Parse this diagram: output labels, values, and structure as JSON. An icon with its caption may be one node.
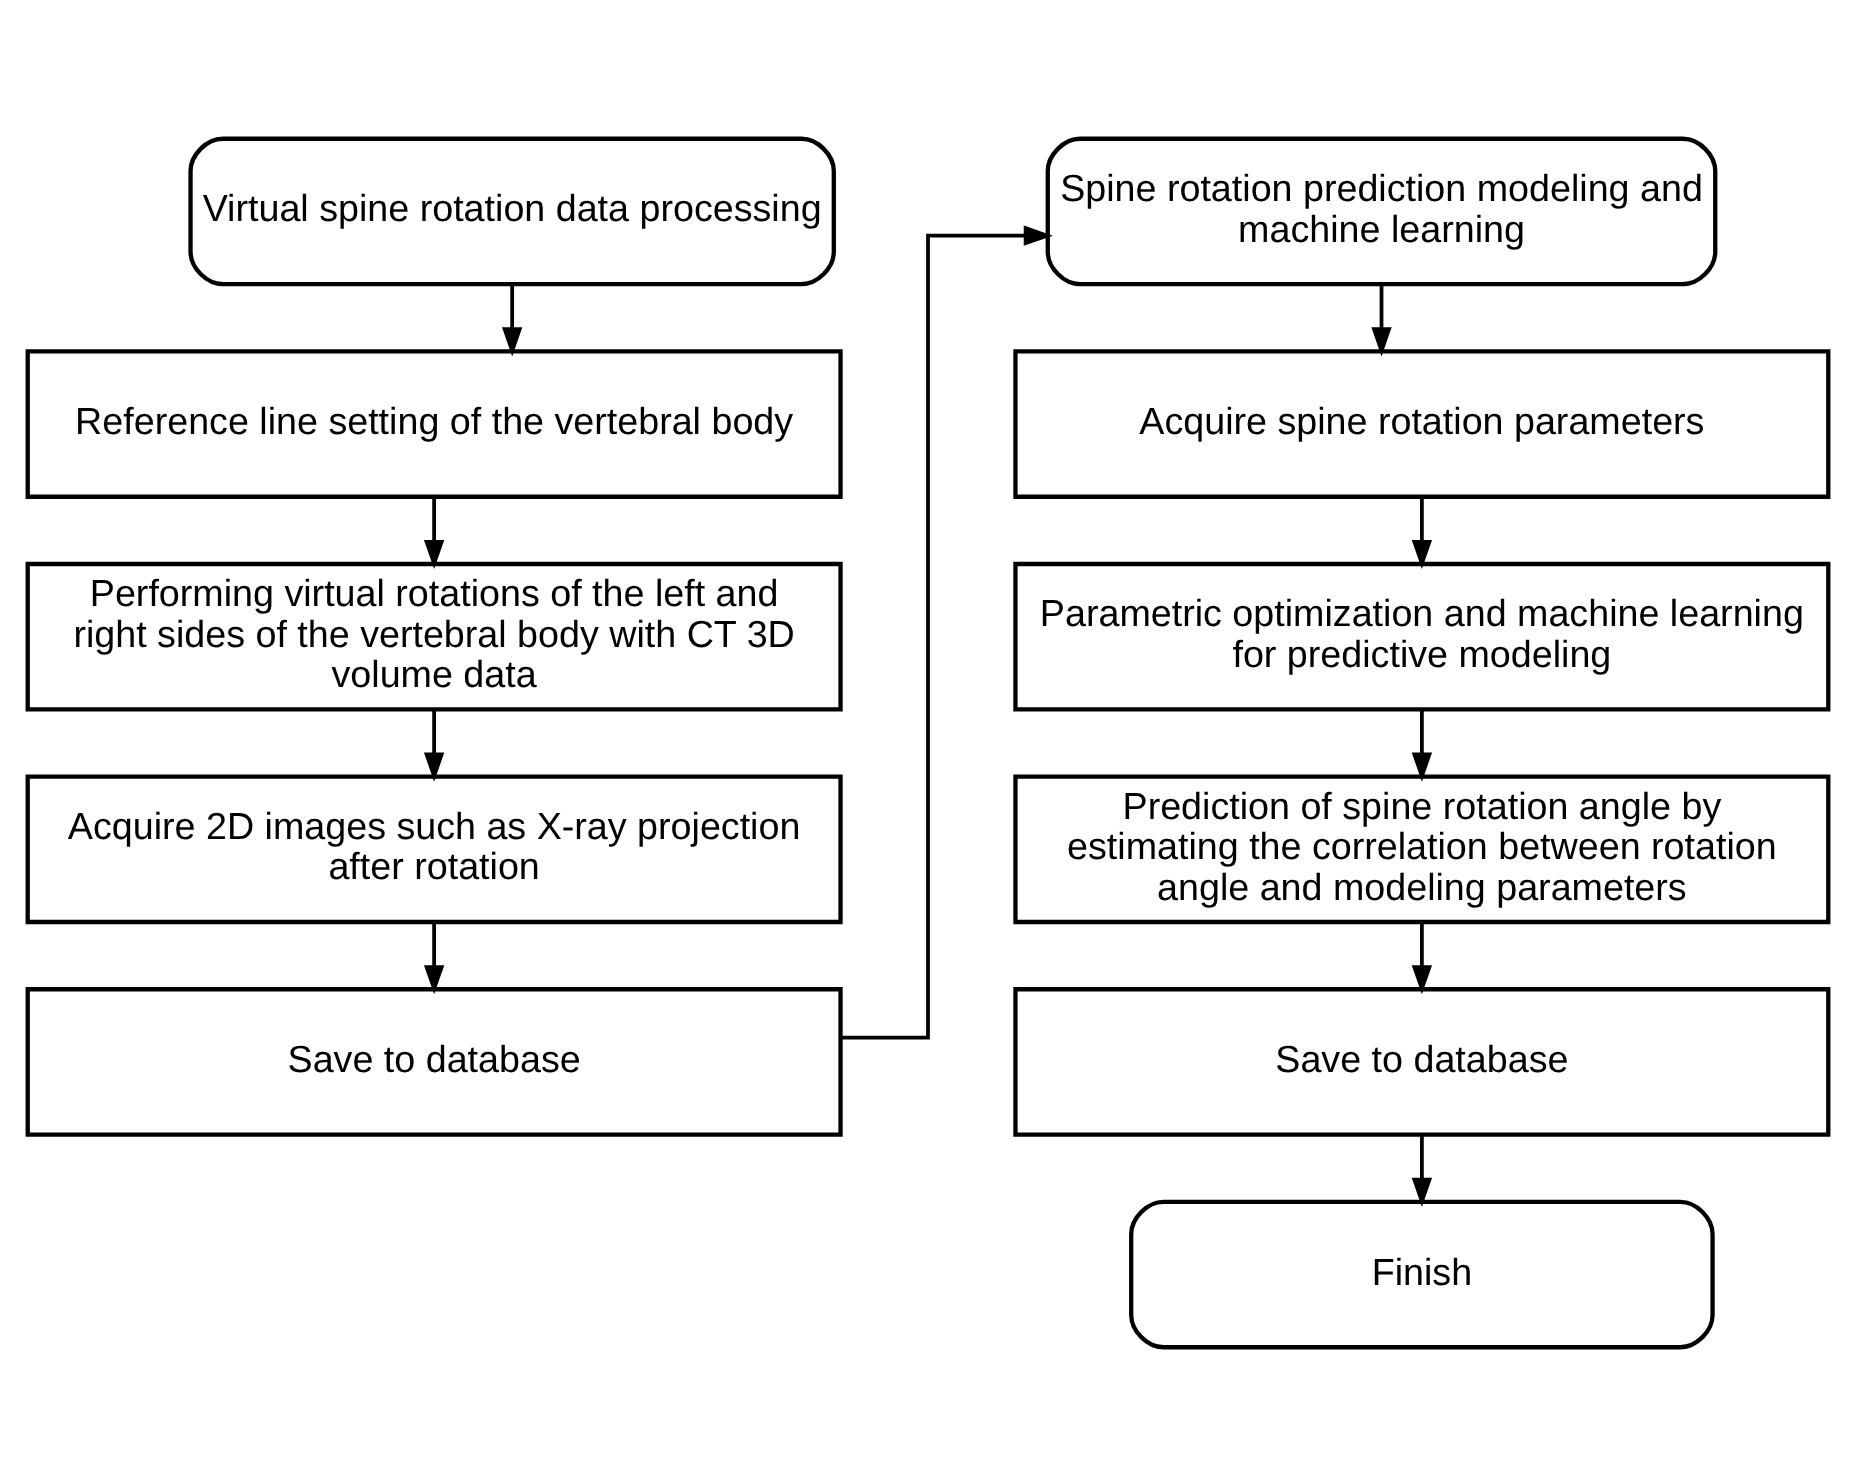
{
  "diagram": {
    "nodes": [
      {
        "text": [
          "Virtual spine rotation data processing"
        ]
      },
      {
        "text": [
          "Reference line setting of the vertebral body"
        ]
      },
      {
        "text": [
          "Performing virtual rotations of the left and right sides of the vertebral body with CT 3D volume data"
        ]
      },
      {
        "text": [
          "Acquire 2D images such as X-ray projection after rotation"
        ]
      },
      {
        "text": [
          "Save to database"
        ]
      },
      {
        "text": [
          "Spine rotation prediction modeling and machine learning"
        ]
      },
      {
        "text": [
          "Acquire spine rotation parameters"
        ]
      },
      {
        "text": [
          "Parametric optimization and machine learning for predictive modeling"
        ]
      },
      {
        "text": [
          "Prediction of spine rotation angle by estimating the correlation between rotation angle and modeling parameters"
        ]
      },
      {
        "text": [
          "Save to database"
        ]
      },
      {
        "text": [
          "Finish"
        ]
      }
    ],
    "edges": [
      {
        "from": 0,
        "to": 1,
        "arrow": "to"
      },
      {
        "from": 1,
        "to": 2,
        "arrow": "to"
      },
      {
        "from": 2,
        "to": 3,
        "arrow": "to"
      },
      {
        "from": 3,
        "to": 4,
        "arrow": "to"
      },
      {
        "from": 4,
        "to": 5,
        "arrow": "to"
      },
      {
        "from": 5,
        "to": 6,
        "arrow": "to"
      },
      {
        "from": 6,
        "to": 7,
        "arrow": "to"
      },
      {
        "from": 7,
        "to": 8,
        "arrow": "to"
      },
      {
        "from": 8,
        "to": 9,
        "arrow": "to"
      },
      {
        "from": 9,
        "to": 10,
        "arrow": "to"
      }
    ]
  }
}
